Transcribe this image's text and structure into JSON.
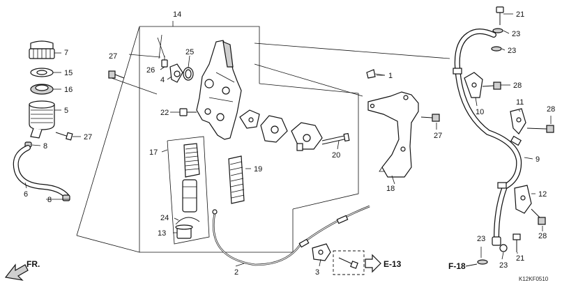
{
  "callouts": [
    {
      "id": "p1",
      "text": "1"
    },
    {
      "id": "p2",
      "text": "2"
    },
    {
      "id": "p3",
      "text": "3"
    },
    {
      "id": "p4",
      "text": "4"
    },
    {
      "id": "p5",
      "text": "5"
    },
    {
      "id": "p6",
      "text": "6"
    },
    {
      "id": "p7",
      "text": "7"
    },
    {
      "id": "p8a",
      "text": "8"
    },
    {
      "id": "p8b",
      "text": "8"
    },
    {
      "id": "p9",
      "text": "9"
    },
    {
      "id": "p10",
      "text": "10"
    },
    {
      "id": "p11",
      "text": "11"
    },
    {
      "id": "p12",
      "text": "12"
    },
    {
      "id": "p13",
      "text": "13"
    },
    {
      "id": "p14",
      "text": "14"
    },
    {
      "id": "p15",
      "text": "15"
    },
    {
      "id": "p16",
      "text": "16"
    },
    {
      "id": "p17",
      "text": "17"
    },
    {
      "id": "p18",
      "text": "18"
    },
    {
      "id": "p19",
      "text": "19"
    },
    {
      "id": "p20",
      "text": "20"
    },
    {
      "id": "p21a",
      "text": "21"
    },
    {
      "id": "p21b",
      "text": "21"
    },
    {
      "id": "p22",
      "text": "22"
    },
    {
      "id": "p23a",
      "text": "23"
    },
    {
      "id": "p23b",
      "text": "23"
    },
    {
      "id": "p23c",
      "text": "23"
    },
    {
      "id": "p23d",
      "text": "23"
    },
    {
      "id": "p24",
      "text": "24"
    },
    {
      "id": "p25",
      "text": "25"
    },
    {
      "id": "p26",
      "text": "26"
    },
    {
      "id": "p27a",
      "text": "27"
    },
    {
      "id": "p27b",
      "text": "27"
    },
    {
      "id": "p27c",
      "text": "27"
    },
    {
      "id": "p28a",
      "text": "28"
    },
    {
      "id": "p28b",
      "text": "28"
    },
    {
      "id": "p28c",
      "text": "28"
    }
  ],
  "refs": {
    "e13": "E-13",
    "f18": "F-18"
  },
  "front_label": "FR.",
  "diagram_code": "K12KF0510"
}
